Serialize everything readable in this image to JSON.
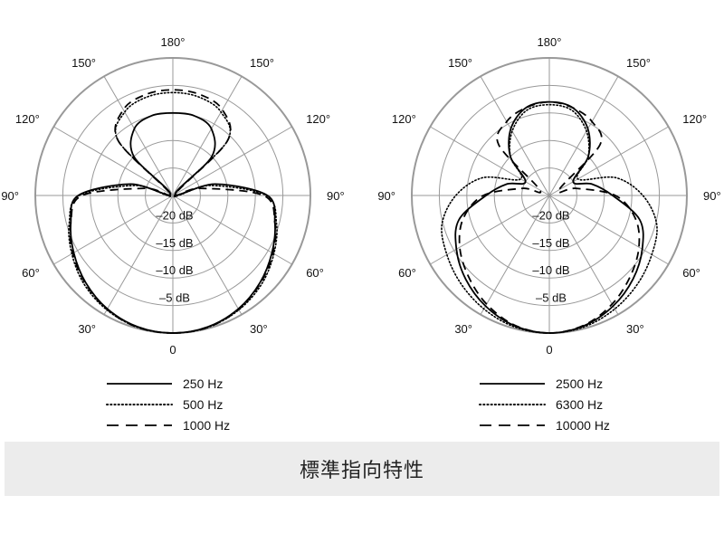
{
  "caption": "標準指向特性",
  "style": {
    "grid_color": "#999999",
    "curve_color": "#000000",
    "caption_bg": "#ececec"
  },
  "chart_data": [
    {
      "type": "polar",
      "angle_labels": [
        {
          "deg": 0,
          "label": "0"
        },
        {
          "deg": 30,
          "label": "30°"
        },
        {
          "deg": 60,
          "label": "60°"
        },
        {
          "deg": 90,
          "label": "90°"
        },
        {
          "deg": 120,
          "label": "120°"
        },
        {
          "deg": 150,
          "label": "150°"
        },
        {
          "deg": 180,
          "label": "180°"
        },
        {
          "deg": -150,
          "label": "150°"
        },
        {
          "deg": -120,
          "label": "120°"
        },
        {
          "deg": -90,
          "label": "90°"
        },
        {
          "deg": -60,
          "label": "60°"
        },
        {
          "deg": -30,
          "label": "30°"
        }
      ],
      "radial_labels": [
        {
          "db": -5,
          "label": "–5 dB"
        },
        {
          "db": -10,
          "label": "–10 dB"
        },
        {
          "db": -15,
          "label": "–15 dB"
        },
        {
          "db": -20,
          "label": "–20 dB"
        }
      ],
      "rlim": [
        -25,
        0
      ],
      "series": [
        {
          "name": "250 Hz",
          "dash": "solid",
          "angles": [
            0,
            15,
            30,
            45,
            60,
            75,
            90,
            105,
            120,
            135,
            150,
            165,
            180
          ],
          "db": [
            0,
            -0.3,
            -1.2,
            -2.6,
            -4.2,
            -5.8,
            -7.8,
            -17,
            -24.5,
            -15,
            -11,
            -10,
            -10
          ]
        },
        {
          "name": "500 Hz",
          "dash": "dotted",
          "angles": [
            0,
            15,
            30,
            45,
            60,
            75,
            90,
            105,
            120,
            135,
            150,
            165,
            180
          ],
          "db": [
            0,
            -0.2,
            -1.0,
            -2.2,
            -3.8,
            -5.5,
            -8.0,
            -18,
            -24.5,
            -11,
            -7.5,
            -6.5,
            -6.3
          ]
        },
        {
          "name": "1000 Hz",
          "dash": "dashed",
          "angles": [
            0,
            15,
            30,
            45,
            60,
            75,
            90,
            105,
            120,
            135,
            150,
            165,
            180
          ],
          "db": [
            0,
            -0.2,
            -1.1,
            -2.5,
            -4.0,
            -5.8,
            -8.5,
            -20,
            -24.5,
            -11,
            -7.0,
            -6.0,
            -5.8
          ]
        }
      ]
    },
    {
      "type": "polar",
      "angle_labels": [
        {
          "deg": 0,
          "label": "0"
        },
        {
          "deg": 30,
          "label": "30°"
        },
        {
          "deg": 60,
          "label": "60°"
        },
        {
          "deg": 90,
          "label": "90°"
        },
        {
          "deg": 120,
          "label": "120°"
        },
        {
          "deg": 150,
          "label": "150°"
        },
        {
          "deg": 180,
          "label": "180°"
        },
        {
          "deg": -150,
          "label": "150°"
        },
        {
          "deg": -120,
          "label": "120°"
        },
        {
          "deg": -90,
          "label": "90°"
        },
        {
          "deg": -60,
          "label": "60°"
        },
        {
          "deg": -30,
          "label": "30°"
        }
      ],
      "radial_labels": [
        {
          "db": -5,
          "label": "–5 dB"
        },
        {
          "db": -10,
          "label": "–10 dB"
        },
        {
          "db": -15,
          "label": "–15 dB"
        },
        {
          "db": -20,
          "label": "–20 dB"
        }
      ],
      "rlim": [
        -25,
        0
      ],
      "series": [
        {
          "name": "2500 Hz",
          "dash": "solid",
          "angles": [
            0,
            15,
            30,
            45,
            60,
            75,
            90,
            105,
            120,
            135,
            150,
            165,
            180
          ],
          "db": [
            0,
            -0.5,
            -1.8,
            -3.5,
            -5.5,
            -8.0,
            -13.5,
            -17,
            -20,
            -15,
            -11,
            -8.5,
            -8.0
          ]
        },
        {
          "name": "6300 Hz",
          "dash": "dotted",
          "angles": [
            0,
            15,
            30,
            45,
            60,
            75,
            90,
            105,
            120,
            135,
            150,
            165,
            180
          ],
          "db": [
            0,
            -0.3,
            -1.2,
            -2.3,
            -3.5,
            -4.8,
            -8.0,
            -12.5,
            -19,
            -15,
            -11.5,
            -9.0,
            -8.5
          ]
        },
        {
          "name": "10000 Hz",
          "dash": "dashed",
          "angles": [
            0,
            15,
            30,
            45,
            60,
            75,
            90,
            105,
            120,
            135,
            150,
            165,
            180
          ],
          "db": [
            0,
            -0.6,
            -2.2,
            -4.2,
            -6.2,
            -8.8,
            -13,
            -20,
            -23,
            -12,
            -9.5,
            -8.5,
            -8.0
          ]
        }
      ]
    }
  ]
}
